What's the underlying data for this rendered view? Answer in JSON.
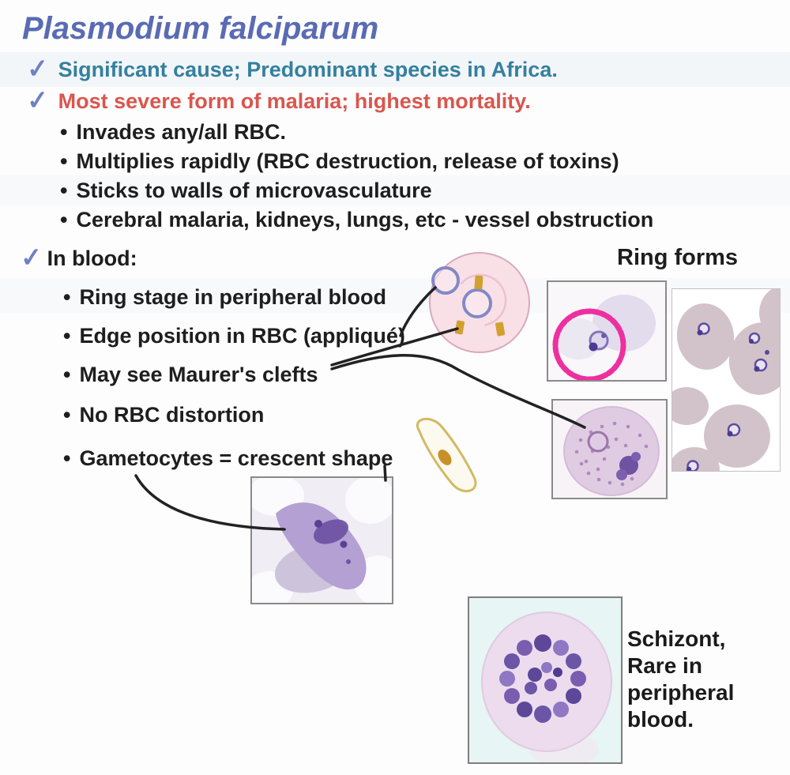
{
  "glyphs": {
    "check": "✓",
    "bullet": "•"
  },
  "title": {
    "text": "Plasmodium falciparum",
    "color": "#5a6bb4"
  },
  "highlights": [
    {
      "text": "Significant cause; Predominant species in Africa.",
      "color": "#34809f"
    },
    {
      "text": "Most severe form of malaria; highest mortality.",
      "color": "#d9564d"
    }
  ],
  "main_bullets": [
    "Invades any/all RBC.",
    "Multiplies rapidly (RBC destruction, release of toxins)",
    "Sticks to walls of microvasculature",
    "Cerebral malaria, kidneys, lungs, etc - vessel obstruction"
  ],
  "in_blood": {
    "heading": "In blood:",
    "bullets": [
      "Ring stage in peripheral blood",
      "Edge position in RBC (appliqué)",
      "May see Maurer's clefts",
      "No RBC distortion",
      "Gametocytes = crescent shape"
    ]
  },
  "figures": {
    "ring_forms_label": "Ring forms",
    "schizont_caption": {
      "lines": [
        "Schizont,",
        "Rare in",
        "peripheral",
        "blood."
      ]
    }
  },
  "palette": {
    "title_blue": "#5a6bb4",
    "checkmark_blue": "#7081c3",
    "highlight_teal": "#34809f",
    "highlight_red": "#d9564d",
    "ink_black": "#1e1e1e",
    "sketch_rbc_pink": "#f9dfe6",
    "parasite_ring_blue": "#8289c5",
    "maurers_cleft_gold": "#d2a02e",
    "gametocyte_sketch_gold": "#d2b964",
    "annotation_magenta": "#ee2f9f"
  }
}
